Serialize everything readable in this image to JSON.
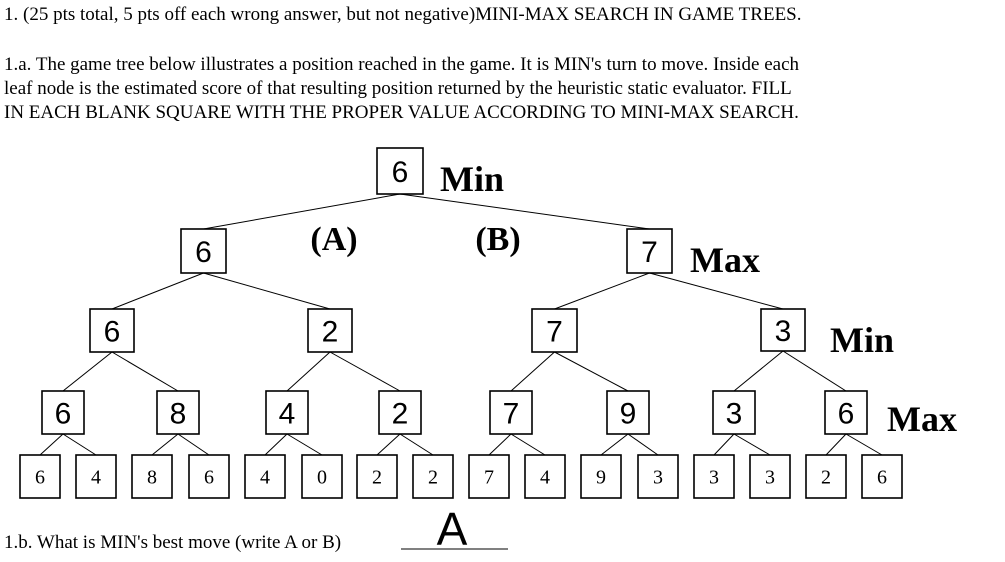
{
  "question": {
    "heading": "1. (25 pts total, 5 pts off each wrong answer, but not negative)MINI-MAX SEARCH IN GAME TREES.",
    "part_a_lines": [
      "1.a. The game tree below illustrates a position reached in the game. It is MIN's turn to move. Inside each",
      "leaf node is the estimated score of that resulting position returned by the heuristic static evaluator. FILL",
      "IN EACH BLANK SQUARE WITH THE PROPER VALUE ACCORDING TO MINI-MAX SEARCH."
    ],
    "part_b_prompt": "1.b. What is MIN's best move (write A or B)",
    "part_b_answer": "A"
  },
  "tree": {
    "level_labels": [
      "Min",
      "Max",
      "Min",
      "Max"
    ],
    "move_labels": [
      "(A)",
      "(B)"
    ],
    "root": "6",
    "level1": [
      "6",
      "7"
    ],
    "level2": [
      "6",
      "2",
      "7",
      "3"
    ],
    "level3": [
      "6",
      "8",
      "4",
      "2",
      "7",
      "9",
      "3",
      "6"
    ],
    "leaves": [
      "6",
      "4",
      "8",
      "6",
      "4",
      "0",
      "2",
      "2",
      "7",
      "4",
      "9",
      "3",
      "3",
      "3",
      "2",
      "6"
    ]
  }
}
